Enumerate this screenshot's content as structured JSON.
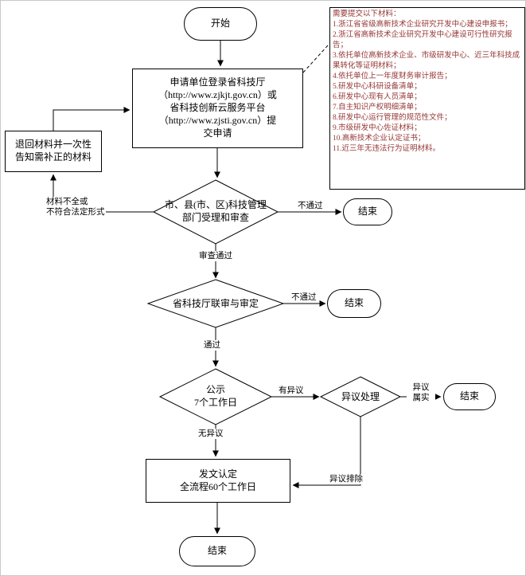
{
  "colors": {
    "line": "#000000",
    "node_border": "#000000",
    "materials_text": "#943634",
    "background": "#ffffff"
  },
  "nodes": {
    "start": {
      "label": "开始"
    },
    "apply": {
      "label": "申请单位登录省科技厅\n（http://www.zjkjt.gov.cn）或\n省科技创新云服务平台\n（http://www.zjsti.gov.cn）提\n交申请"
    },
    "return_materials": {
      "label": "退回材料并一次性\n告知需补正的材料"
    },
    "accept_review": {
      "label": "市、县(市、区)科技管理\n部门受理和审查"
    },
    "end_1": {
      "label": "结束"
    },
    "joint_review": {
      "label": "省科技厅联审与审定"
    },
    "end_2": {
      "label": "结束"
    },
    "publicity": {
      "label": "公示\n7个工作日"
    },
    "objection_handling": {
      "label": "异议处理"
    },
    "end_3": {
      "label": "结束"
    },
    "issue_document": {
      "label": "发文认定\n全流程60个工作日"
    },
    "end_final": {
      "label": "结束"
    }
  },
  "edge_labels": {
    "materials_incomplete": "材料不全或\n不符合法定形式",
    "review_fail": "不通过",
    "review_pass": "审查通过",
    "joint_fail": "不通过",
    "joint_pass": "通过",
    "has_objection": "有异议",
    "objection_true": "异议\n属实",
    "no_objection": "无异议",
    "objection_removed": "异议排除"
  },
  "materials_list": {
    "lines": [
      "需要提交以下材料：",
      "1.浙江省省级高新技术企业研究开发中心建设申报书；",
      "2.浙江省高新技术企业研究开发中心建设可行性研究报告；",
      "3.依托单位高新技术企业、市级研发中心、近三年科技成果转化等证明材料；",
      "4.依托单位上一年度财务审计报告；",
      "5.研发中心科研设备清单；",
      "6.研发中心现有人员清单；",
      "7.自主知识产权明细清单；",
      "8.研发中心运行管理的规范性文件；",
      "9.市级研发中心佐证材料；",
      "10.高新技术企业认定证书；",
      "11.近三年无违法行为证明材料。"
    ]
  }
}
